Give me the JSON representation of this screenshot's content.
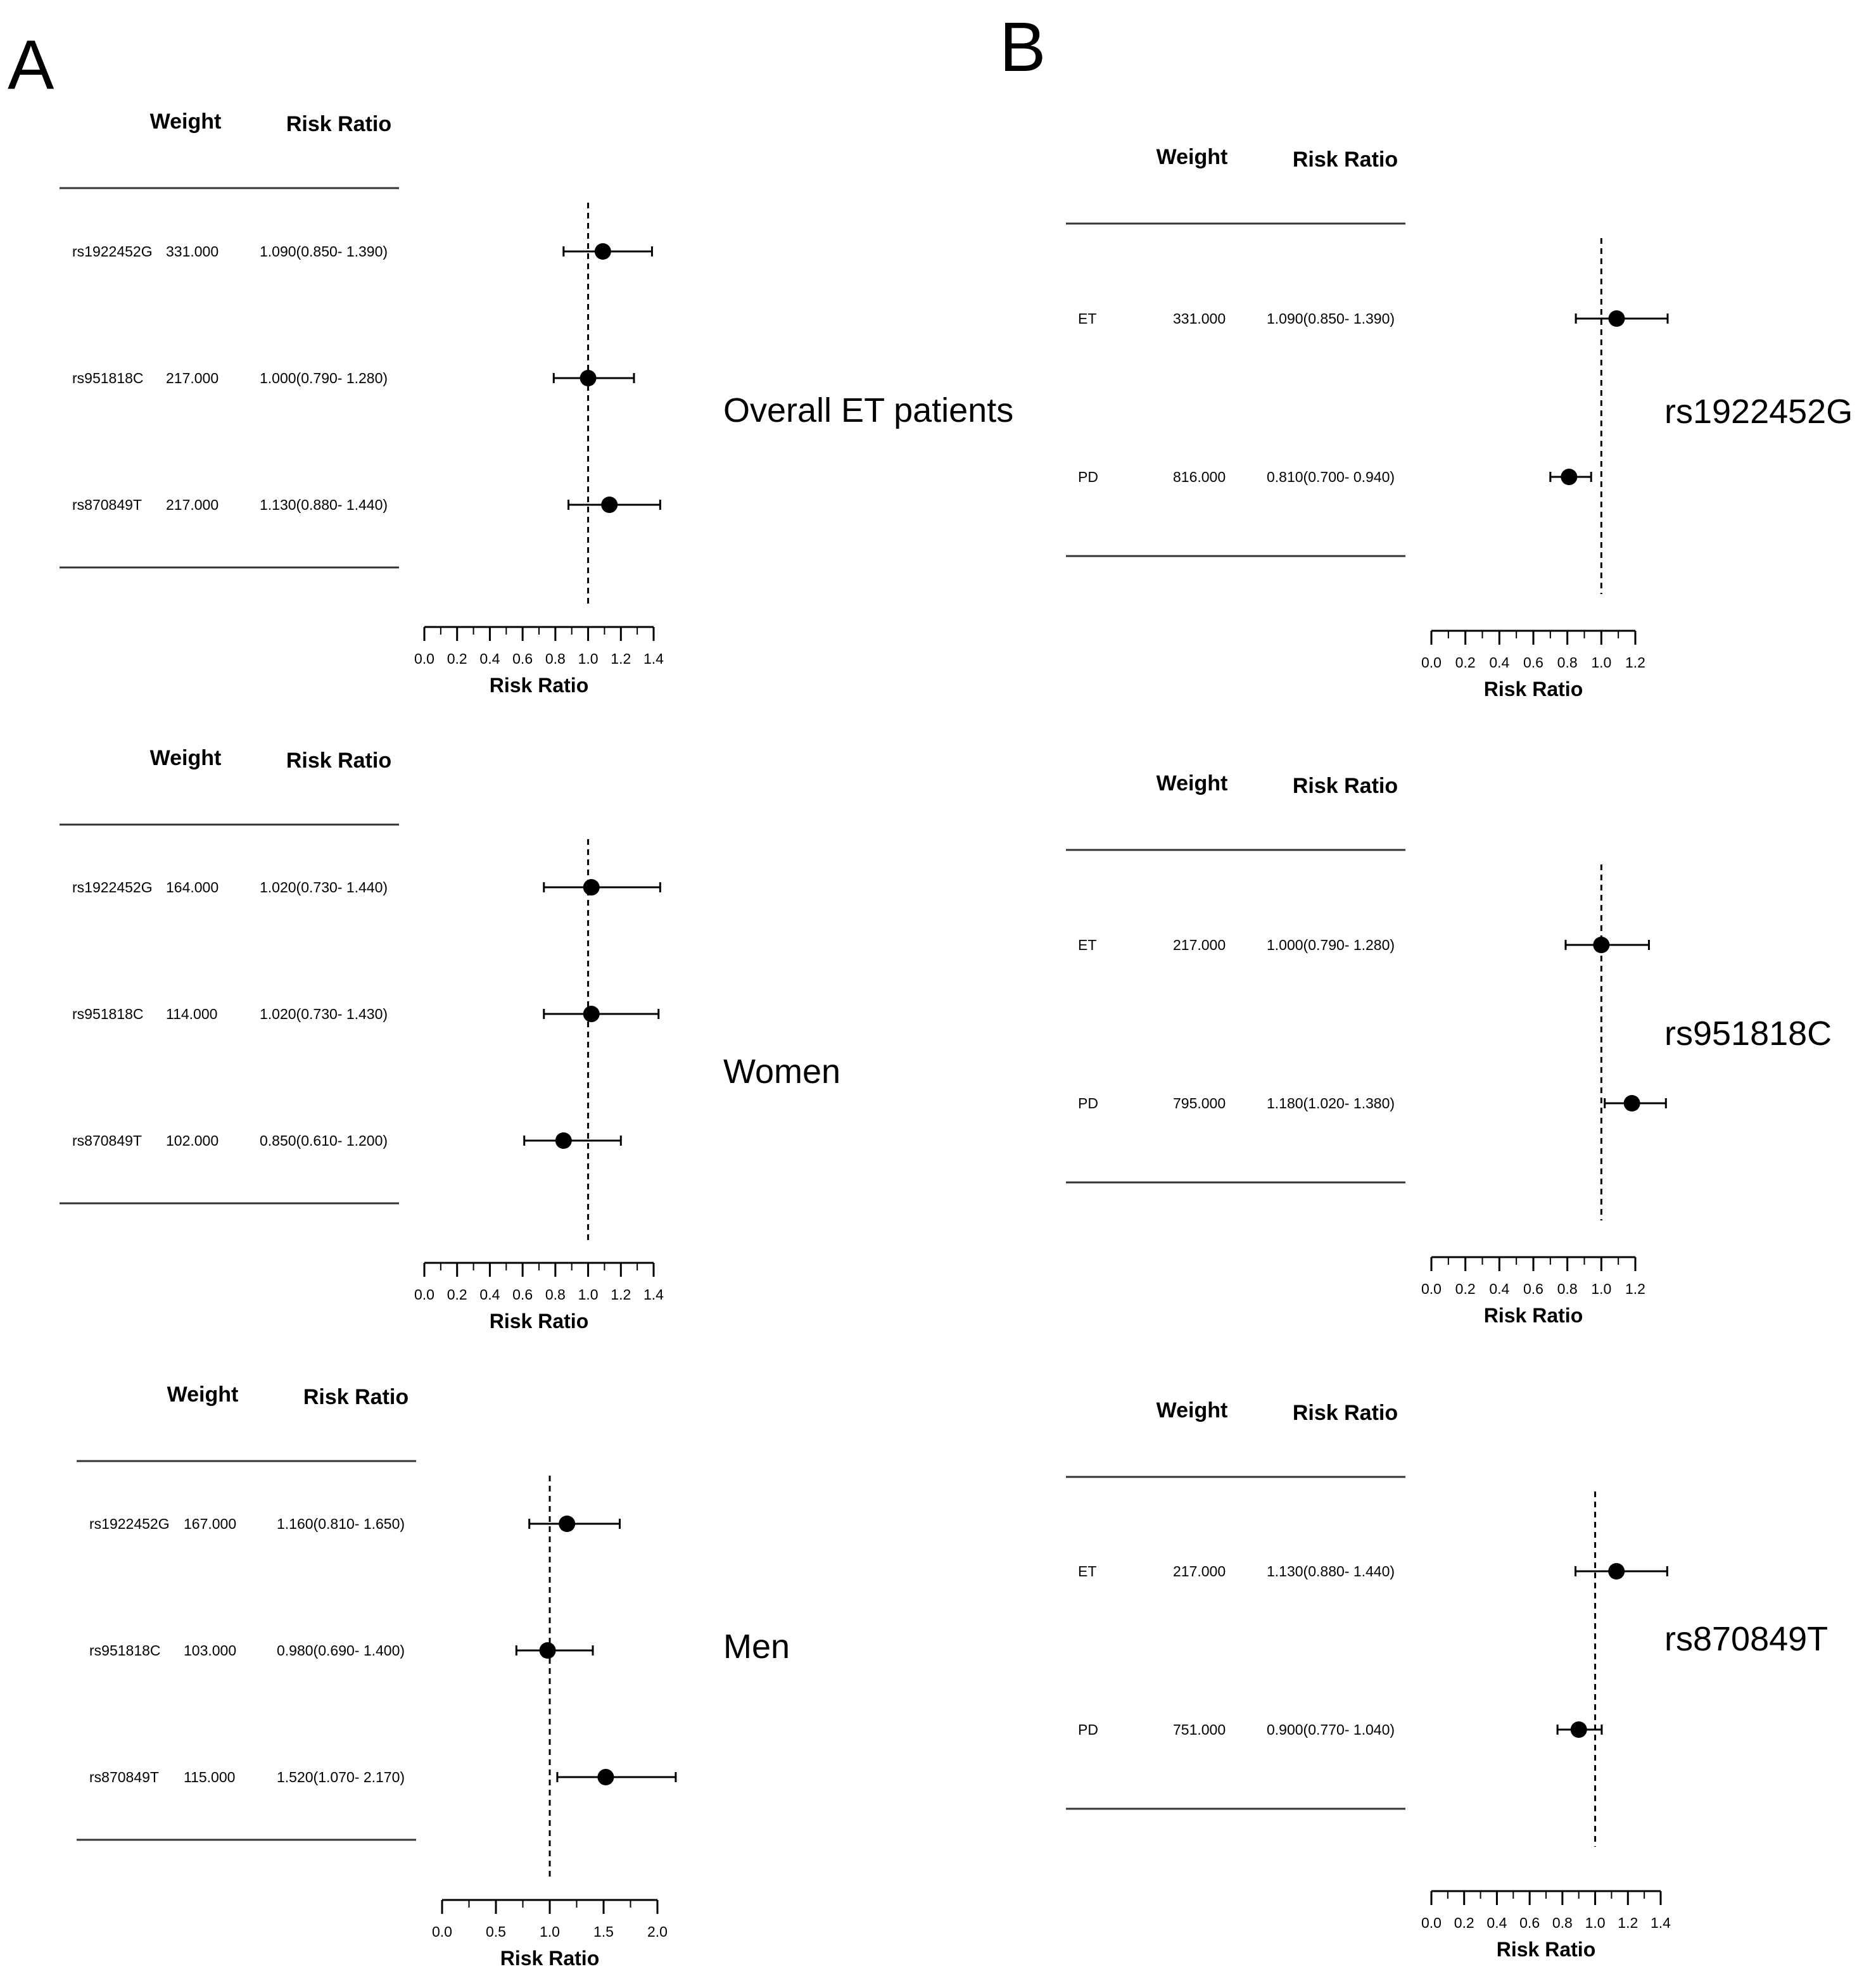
{
  "panels": [
    {
      "letter": "A"
    },
    {
      "letter": "B"
    }
  ],
  "table_header": {
    "weight": "Weight",
    "rr": "Risk Ratio"
  },
  "xlabel": "Risk Ratio",
  "chart_data": [
    {
      "type": "forest",
      "panel": "A",
      "group_label": "Overall ET patients",
      "xlim": [
        0,
        1.4
      ],
      "ticks": [
        "0.0",
        "0.2",
        "0.4",
        "0.6",
        "0.8",
        "1.0",
        "1.2",
        "1.4"
      ],
      "ref_line": 1.0,
      "rows": [
        {
          "label": "rs1922452G",
          "weight": "331.000",
          "rr_text": "1.090(0.850- 1.390)",
          "rr": 1.09,
          "lo": 0.85,
          "hi": 1.39
        },
        {
          "label": "rs951818C",
          "weight": "217.000",
          "rr_text": "1.000(0.790- 1.280)",
          "rr": 1.0,
          "lo": 0.79,
          "hi": 1.28
        },
        {
          "label": "rs870849T",
          "weight": "217.000",
          "rr_text": "1.130(0.880- 1.440)",
          "rr": 1.13,
          "lo": 0.88,
          "hi": 1.44
        }
      ]
    },
    {
      "type": "forest",
      "panel": "A",
      "group_label": "Women",
      "xlim": [
        0,
        1.4
      ],
      "ticks": [
        "0.0",
        "0.2",
        "0.4",
        "0.6",
        "0.8",
        "1.0",
        "1.2",
        "1.4"
      ],
      "ref_line": 1.0,
      "rows": [
        {
          "label": "rs1922452G",
          "weight": "164.000",
          "rr_text": "1.020(0.730- 1.440)",
          "rr": 1.02,
          "lo": 0.73,
          "hi": 1.44
        },
        {
          "label": "rs951818C",
          "weight": "114.000",
          "rr_text": "1.020(0.730- 1.430)",
          "rr": 1.02,
          "lo": 0.73,
          "hi": 1.43
        },
        {
          "label": "rs870849T",
          "weight": "102.000",
          "rr_text": "0.850(0.610- 1.200)",
          "rr": 0.85,
          "lo": 0.61,
          "hi": 1.2
        }
      ]
    },
    {
      "type": "forest",
      "panel": "A",
      "group_label": "Men",
      "xlim": [
        0,
        2.0
      ],
      "ticks": [
        "0.0",
        "0.5",
        "1.0",
        "1.5",
        "2.0"
      ],
      "ref_line": 1.0,
      "rows": [
        {
          "label": "rs1922452G",
          "weight": "167.000",
          "rr_text": "1.160(0.810- 1.650)",
          "rr": 1.16,
          "lo": 0.81,
          "hi": 1.65
        },
        {
          "label": "rs951818C",
          "weight": "103.000",
          "rr_text": "0.980(0.690- 1.400)",
          "rr": 0.98,
          "lo": 0.69,
          "hi": 1.4
        },
        {
          "label": "rs870849T",
          "weight": "115.000",
          "rr_text": "1.520(1.070- 2.170)",
          "rr": 1.52,
          "lo": 1.07,
          "hi": 2.17
        }
      ]
    },
    {
      "type": "forest",
      "panel": "B",
      "group_label": "rs1922452G",
      "xlim": [
        0,
        1.2
      ],
      "ticks": [
        "0.0",
        "0.2",
        "0.4",
        "0.6",
        "0.8",
        "1.0",
        "1.2"
      ],
      "ref_line": 1.0,
      "rows": [
        {
          "label": "ET",
          "weight": "331.000",
          "rr_text": "1.090(0.850- 1.390)",
          "rr": 1.09,
          "lo": 0.85,
          "hi": 1.39
        },
        {
          "label": "PD",
          "weight": "816.000",
          "rr_text": "0.810(0.700- 0.940)",
          "rr": 0.81,
          "lo": 0.7,
          "hi": 0.94
        }
      ]
    },
    {
      "type": "forest",
      "panel": "B",
      "group_label": "rs951818C",
      "xlim": [
        0,
        1.2
      ],
      "ticks": [
        "0.0",
        "0.2",
        "0.4",
        "0.6",
        "0.8",
        "1.0",
        "1.2"
      ],
      "ref_line": 1.0,
      "rows": [
        {
          "label": "ET",
          "weight": "217.000",
          "rr_text": "1.000(0.790- 1.280)",
          "rr": 1.0,
          "lo": 0.79,
          "hi": 1.28
        },
        {
          "label": "PD",
          "weight": "795.000",
          "rr_text": "1.180(1.020- 1.380)",
          "rr": 1.18,
          "lo": 1.02,
          "hi": 1.38
        }
      ]
    },
    {
      "type": "forest",
      "panel": "B",
      "group_label": "rs870849T",
      "xlim": [
        0,
        1.4
      ],
      "ticks": [
        "0.0",
        "0.2",
        "0.4",
        "0.6",
        "0.8",
        "1.0",
        "1.2",
        "1.4"
      ],
      "ref_line": 1.0,
      "rows": [
        {
          "label": "ET",
          "weight": "217.000",
          "rr_text": "1.130(0.880- 1.440)",
          "rr": 1.13,
          "lo": 0.88,
          "hi": 1.44
        },
        {
          "label": "PD",
          "weight": "751.000",
          "rr_text": "0.900(0.770- 1.040)",
          "rr": 0.9,
          "lo": 0.77,
          "hi": 1.04
        }
      ]
    }
  ]
}
